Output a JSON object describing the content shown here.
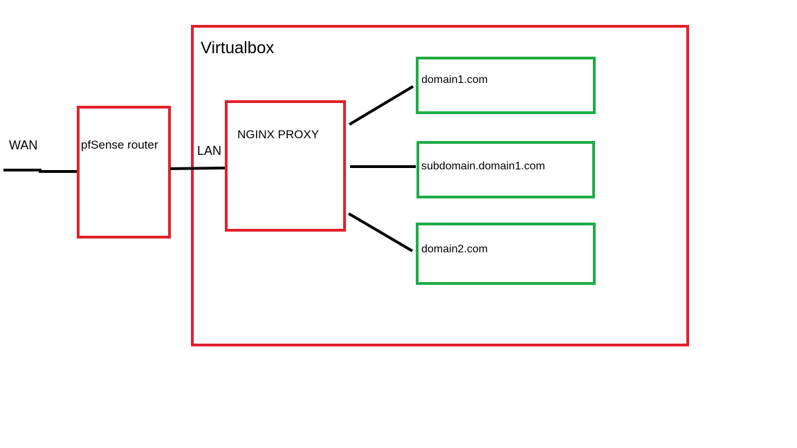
{
  "diagram": {
    "labels": {
      "wan": "WAN",
      "lan": "LAN",
      "router": "pfSense router",
      "virtualbox": "Virtualbox",
      "proxy": "NGINX PROXY",
      "domain1": "domain1.com",
      "subdomain": "subdomain.domain1.com",
      "domain2": "domain2.com"
    },
    "colors": {
      "container_border": "#e3202a",
      "site_border": "#1fab46",
      "connector": "#000000",
      "background": "#ffffff"
    }
  }
}
